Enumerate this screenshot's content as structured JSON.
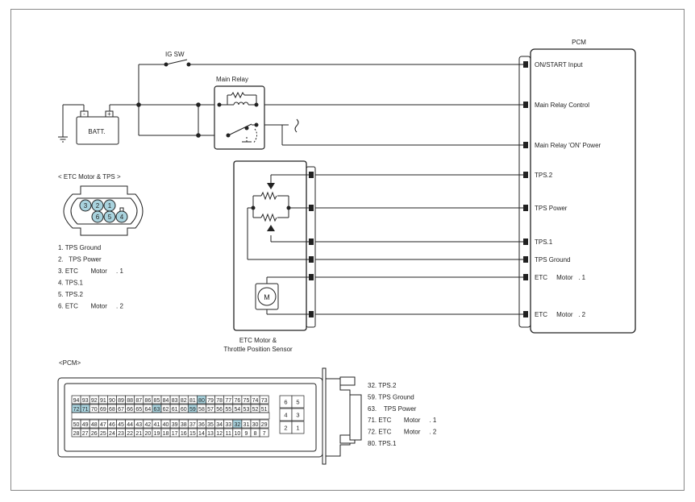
{
  "pcm": {
    "title": "PCM",
    "pins": [
      {
        "label": "ON/START Input"
      },
      {
        "label": "Main Relay Control"
      },
      {
        "label": "Main Relay 'ON' Power"
      },
      {
        "label": "TPS.2"
      },
      {
        "label": "TPS Power"
      },
      {
        "label": "TPS.1"
      },
      {
        "label": "TPS Ground"
      },
      {
        "label": "ETC     Motor   . 1"
      },
      {
        "label": "ETC     Motor   . 2"
      }
    ]
  },
  "ig_sw": "IG SW",
  "main_relay": "Main Relay",
  "battery": {
    "label": "BATT.",
    "neg": "-",
    "pos": "+"
  },
  "etc_block": {
    "line1": "ETC Motor &",
    "line2": "Throttle Position Sensor",
    "motor": "M"
  },
  "etc_connector": {
    "title": "< ETC Motor & TPS                >",
    "pin_numbers": [
      "3",
      "2",
      "1",
      "6",
      "5",
      "4"
    ],
    "legend": [
      "1. TPS Ground",
      "2.   TPS Power",
      "3. ETC       Motor     . 1",
      "4. TPS.1",
      "5. TPS.2",
      "6. ETC       Motor     . 2"
    ]
  },
  "pcm_connector": {
    "title": "<PCM>",
    "row1": [
      "94",
      "93",
      "92",
      "91",
      "90",
      "89",
      "88",
      "87",
      "86",
      "85",
      "84",
      "83",
      "82",
      "81",
      "80",
      "79",
      "78",
      "77",
      "76",
      "75",
      "74",
      "73"
    ],
    "row2": [
      "72",
      "71",
      "70",
      "69",
      "68",
      "67",
      "66",
      "65",
      "64",
      "63",
      "62",
      "61",
      "60",
      "59",
      "58",
      "57",
      "56",
      "55",
      "54",
      "53",
      "52",
      "51"
    ],
    "row3": [
      "50",
      "49",
      "48",
      "47",
      "46",
      "45",
      "44",
      "43",
      "42",
      "41",
      "40",
      "39",
      "38",
      "37",
      "36",
      "35",
      "34",
      "33",
      "32",
      "31",
      "30",
      "29"
    ],
    "row4": [
      "28",
      "27",
      "26",
      "25",
      "24",
      "23",
      "22",
      "21",
      "20",
      "19",
      "18",
      "17",
      "16",
      "15",
      "14",
      "13",
      "12",
      "11",
      "10",
      "9",
      "8",
      "7"
    ],
    "highlighted": [
      "80",
      "72",
      "71",
      "63",
      "59",
      "32"
    ],
    "small_block": [
      "6",
      "5",
      "4",
      "3",
      "2",
      "1"
    ],
    "legend": [
      "32. TPS.2",
      "59. TPS Ground",
      "63.    TPS Power",
      "71. ETC       Motor     . 1",
      "72. ETC       Motor     . 2",
      "80. TPS.1"
    ]
  },
  "colors": {
    "line": "#222222",
    "highlight": "#a9d3de",
    "frame": "#888888"
  }
}
